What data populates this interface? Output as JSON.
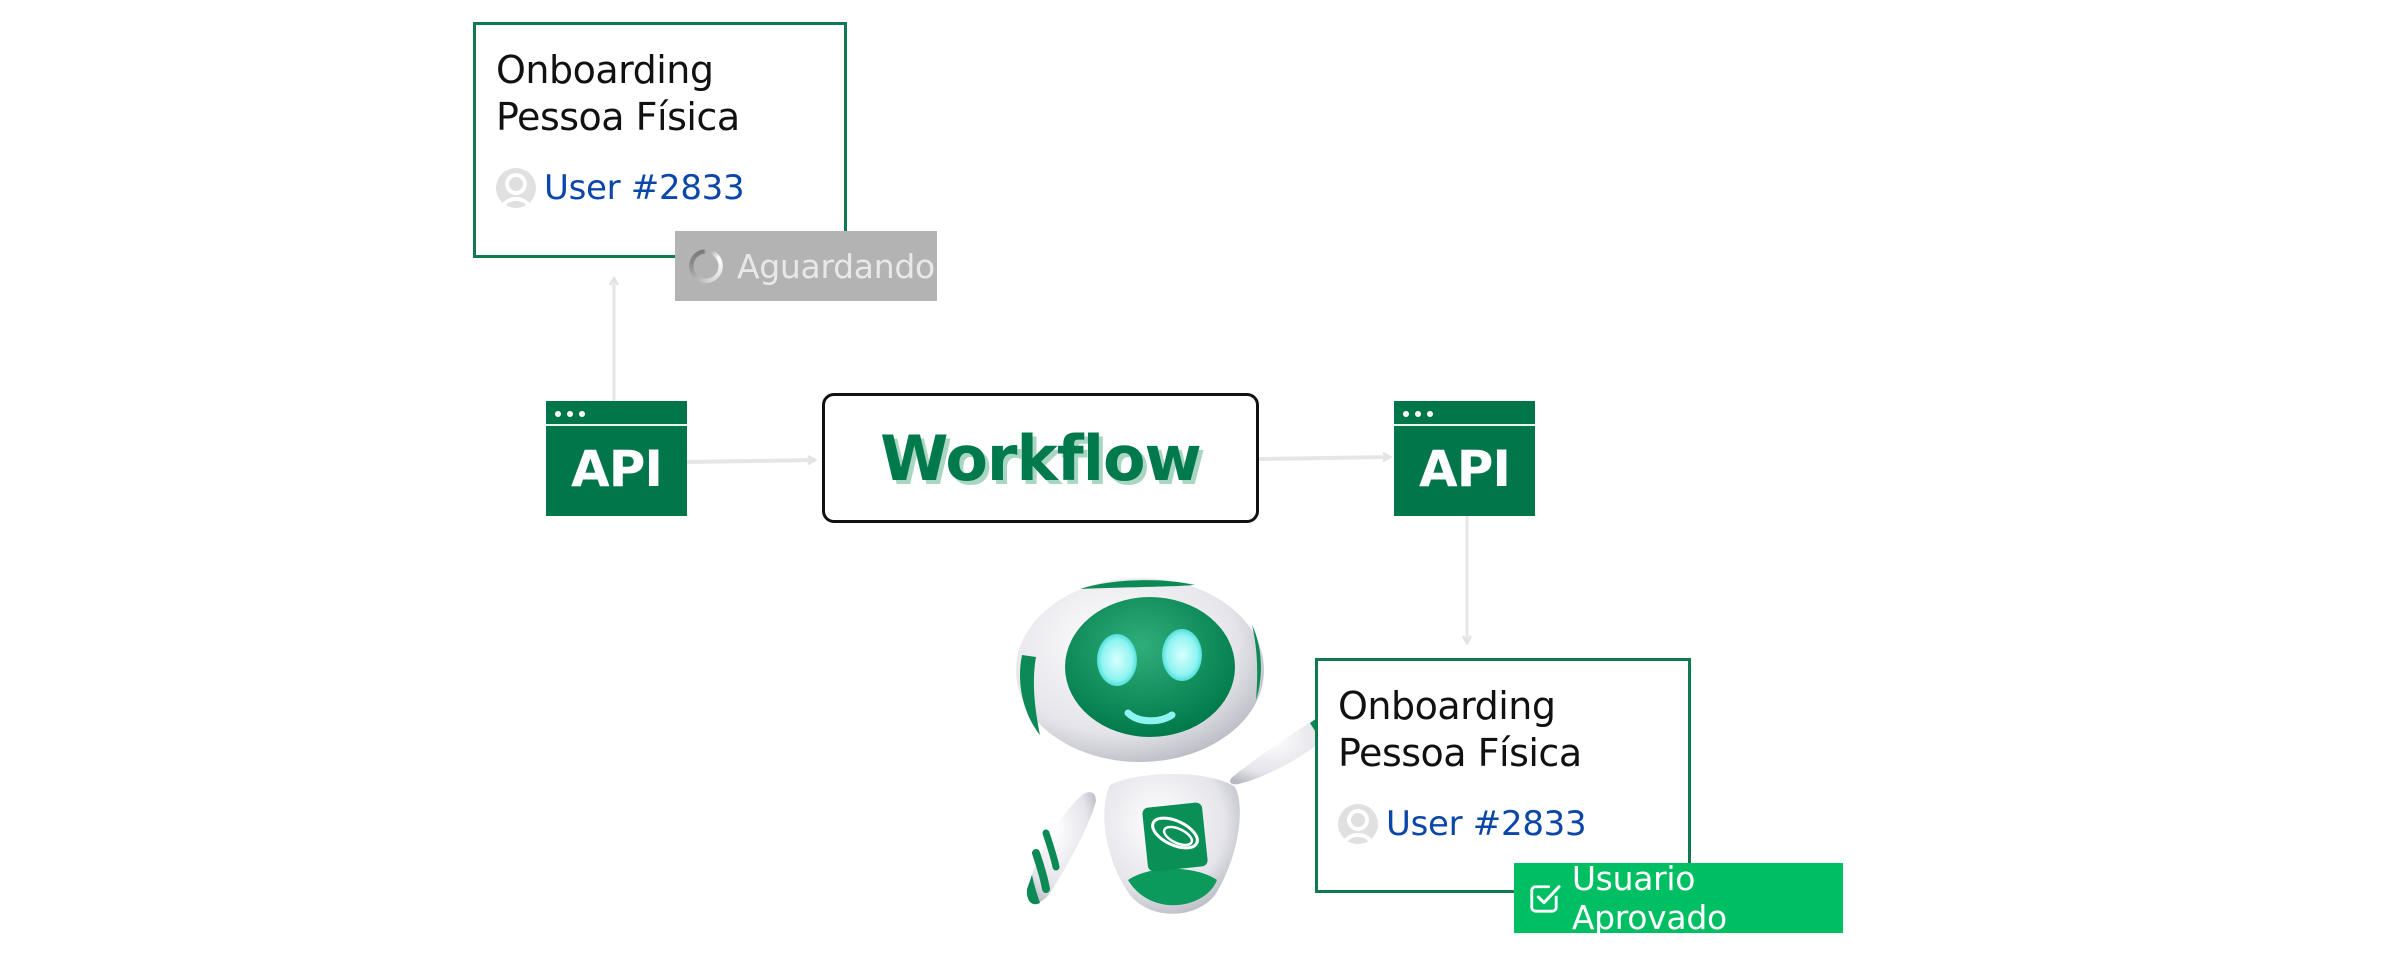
{
  "diagram": {
    "colors": {
      "brand_green": "#00764a",
      "card_border": "#0f7a4f",
      "user_link": "#0b47a8",
      "pending_badge": "#b3b3b3",
      "approved_badge": "#00bf63",
      "connector": "#e6e6e6"
    },
    "top_card": {
      "title": "Onboarding\nPessoa Física",
      "user": "User #2833",
      "status": "Aguardando",
      "status_icon": "spinner-icon"
    },
    "bottom_card": {
      "title": "Onboarding\nPessoa Física",
      "user": "User #2833",
      "status": "Usuario Aprovado",
      "status_icon": "checkbox-checked-icon"
    },
    "api_left": {
      "label": "API"
    },
    "api_right": {
      "label": "API"
    },
    "workflow": {
      "label": "Workflow"
    },
    "mascot": {
      "icon": "robot-mascot"
    }
  }
}
